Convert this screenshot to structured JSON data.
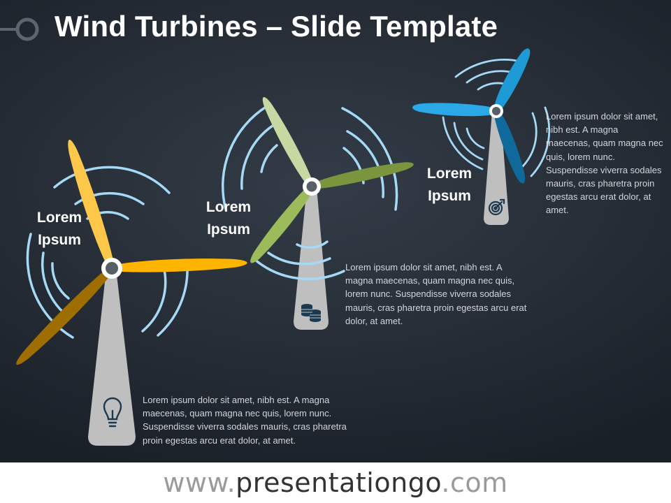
{
  "slide": {
    "title": "Wind Turbines – Slide Template",
    "colors": {
      "background": "#262d36",
      "arc": "#a6d9f6",
      "tower": "#bfbfbf",
      "hub": "#ffffff",
      "icon": "#1b3a52"
    }
  },
  "turbines": [
    {
      "label_line1": "Lorem",
      "label_line2": "Ipsum",
      "description": "Lorem ipsum dolor sit amet, nibh est. A magna maecenas, quam magna nec quis, lorem nunc. Suspendisse viverra sodales mauris, cras pharetra proin egestas arcu erat dolor, at amet.",
      "icon": "lightbulb-icon",
      "blade_colors": [
        "#fdc84a",
        "#ffb400",
        "#9e6e00"
      ]
    },
    {
      "label_line1": "Lorem",
      "label_line2": "Ipsum",
      "description": "Lorem ipsum dolor sit amet, nibh est. A magna maecenas, quam magna nec quis, lorem nunc. Suspendisse viverra sodales mauris, cras pharetra proin egestas arcu erat dolor, at amet.",
      "icon": "coins-icon",
      "blade_colors": [
        "#c7d9a3",
        "#7a953d",
        "#9cbb5a"
      ]
    },
    {
      "label_line1": "Lorem",
      "label_line2": "Ipsum",
      "description": "Lorem ipsum dolor sit amet, nibh est. A magna maecenas, quam magna nec quis, lorem nunc. Suspendisse viverra sodales mauris, cras pharetra proin egestas arcu erat dolor, at amet.",
      "icon": "target-icon",
      "blade_colors": [
        "#1e9ad6",
        "#0f6a9b",
        "#2aa8e8"
      ]
    }
  ],
  "footer": {
    "prefix": "www.",
    "brand": "presentationgo",
    "suffix": ".com"
  }
}
